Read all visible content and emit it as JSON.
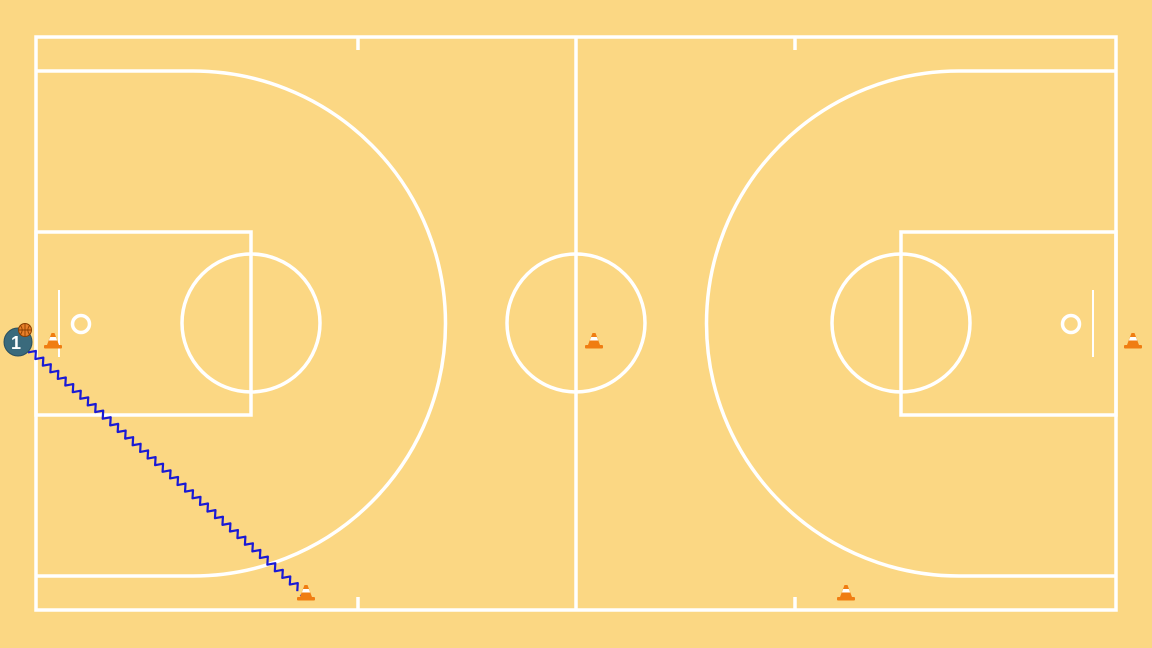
{
  "diagram": {
    "type": "basketball-drill",
    "court_color": "#fbd783",
    "line_color": "#ffffff",
    "dribble_color": "#1a1ad4",
    "cone_color": "#f07d12",
    "player": {
      "label": "1",
      "color": "#3a6a7c",
      "has_ball": true
    },
    "ball_color": "#e8802a",
    "cones": [
      {
        "id": "cone-left-baseline"
      },
      {
        "id": "cone-center"
      },
      {
        "id": "cone-right-baseline"
      },
      {
        "id": "cone-left-sideline"
      },
      {
        "id": "cone-right-sideline"
      }
    ],
    "action": {
      "kind": "dribble",
      "from": "player-1",
      "to": "cone-left-sideline"
    }
  }
}
